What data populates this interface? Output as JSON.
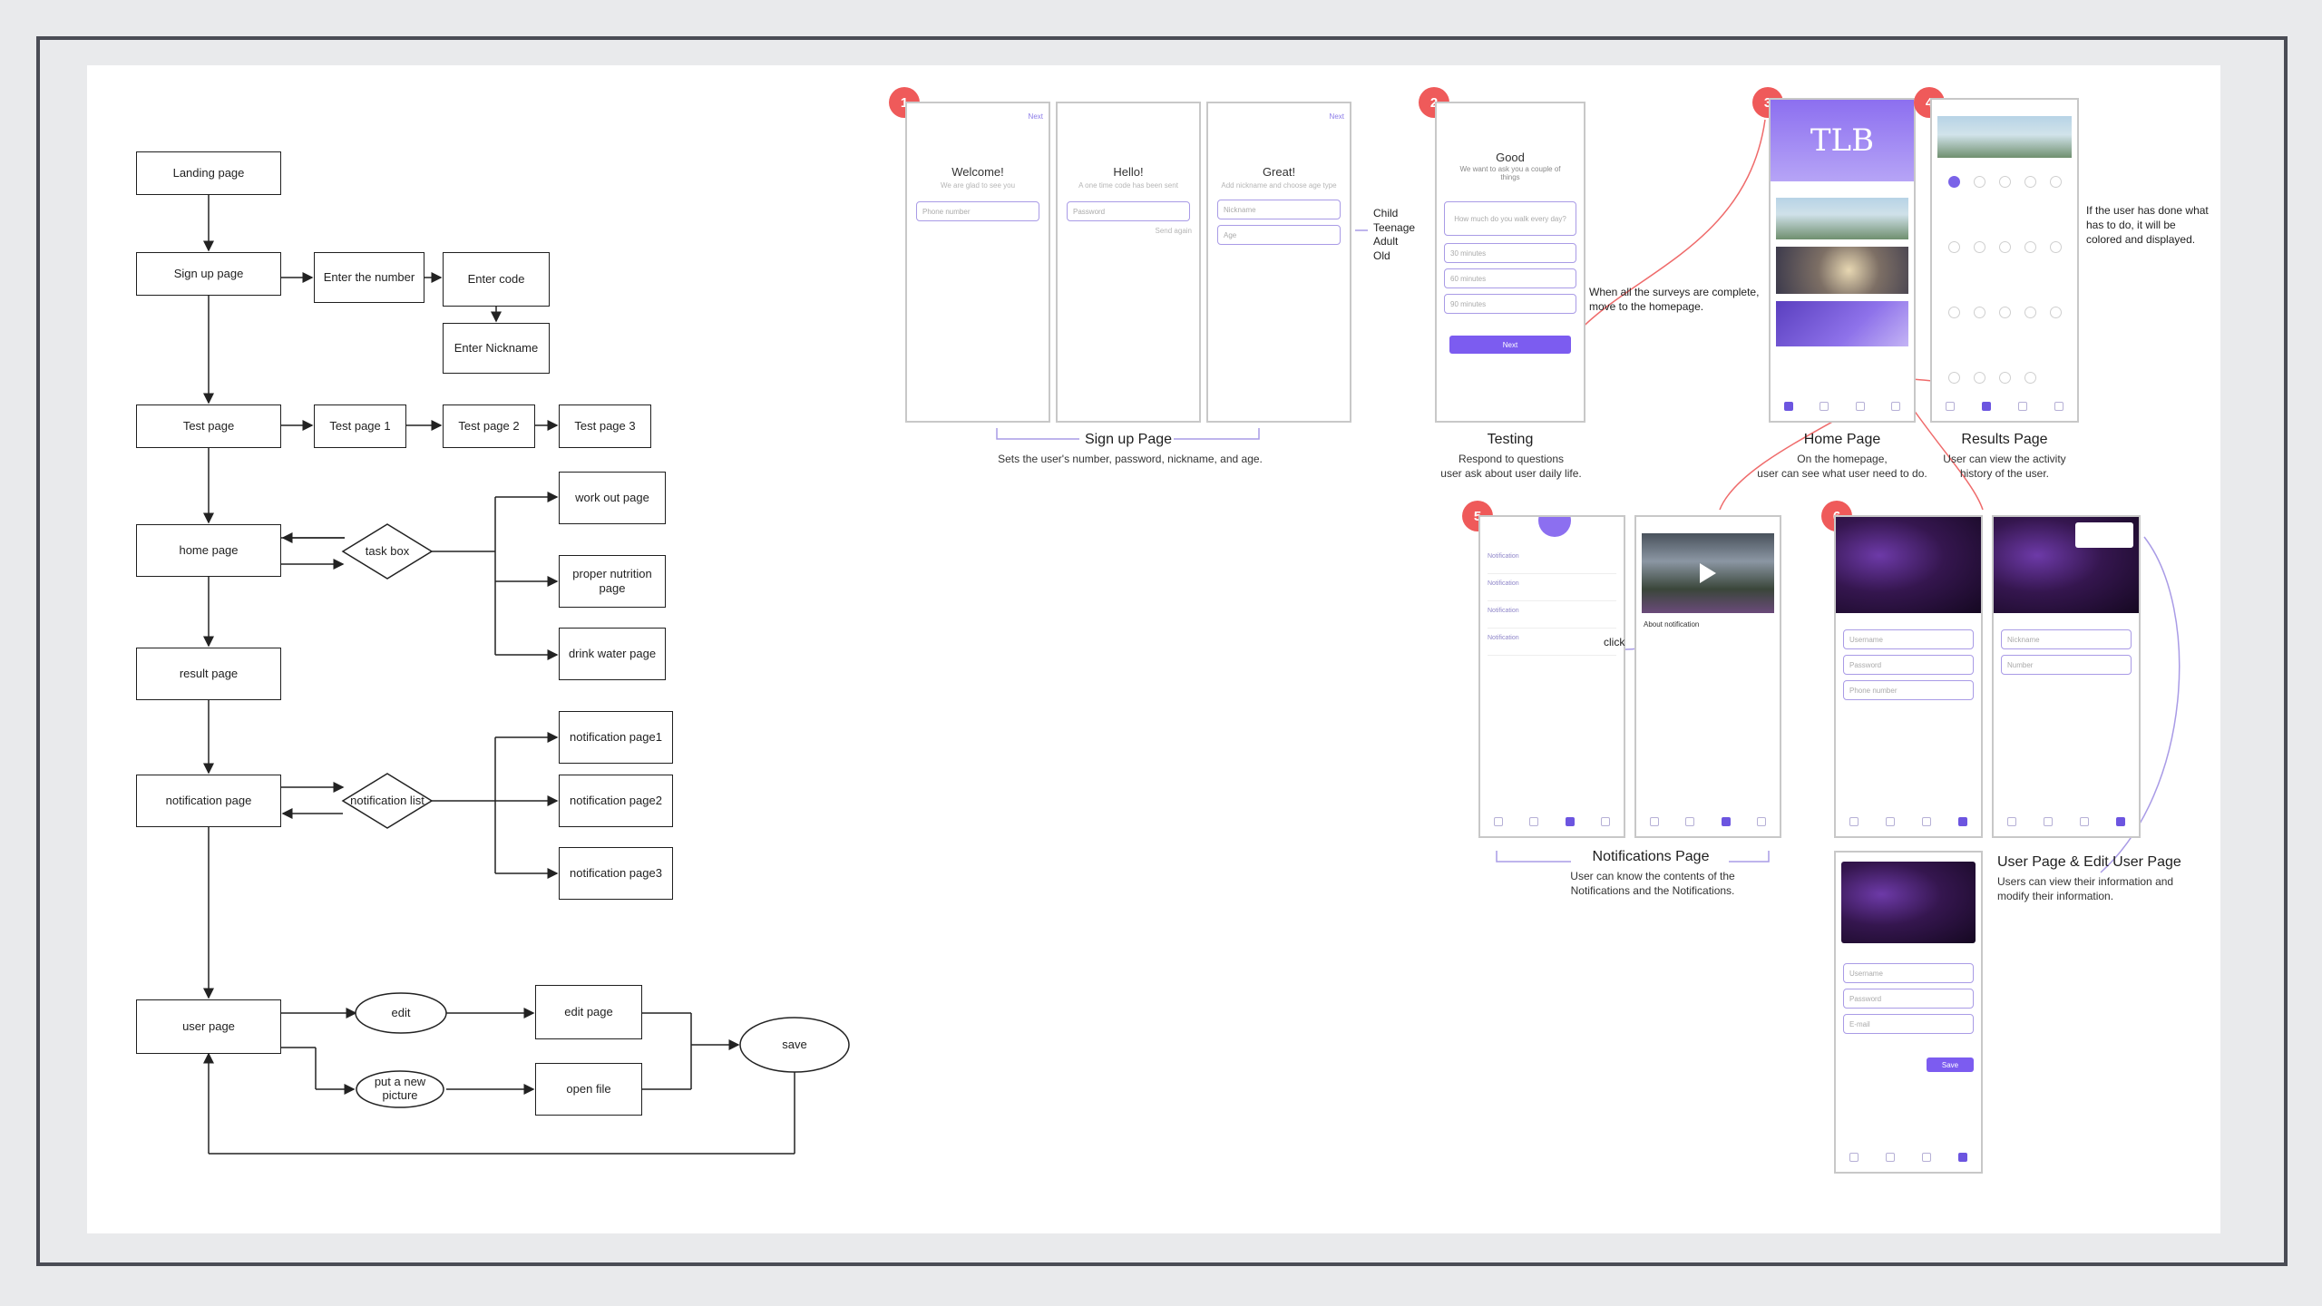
{
  "flowchart": {
    "landing": "Landing page",
    "signup": "Sign up page",
    "enter_number": "Enter the number",
    "enter_code": "Enter code",
    "enter_nickname": "Enter Nickname",
    "test": "Test page",
    "test1": "Test page 1",
    "test2": "Test page 2",
    "test3": "Test page 3",
    "home": "home page",
    "task_box": "task box",
    "workout": "work out  page",
    "nutrition": "proper nutrition page",
    "water": "drink water page",
    "result": "result page",
    "notification": "notification page",
    "notification_list": "notification list",
    "notif1": "notification page1",
    "notif2": "notification page2",
    "notif3": "notification page3",
    "user": "user page",
    "edit": "edit",
    "edit_page": "edit page",
    "put_picture": "put a new picture",
    "open_file": "open file",
    "save": "save"
  },
  "signup": {
    "badge": "1",
    "next": "Next",
    "welcome": "Welcome!",
    "welcome_sub": "We are glad to see you",
    "phone_placeholder": "Phone number",
    "hello": "Hello!",
    "hello_sub": "A one time code has been sent",
    "password_placeholder": "Password",
    "send_again": "Send again",
    "next2": "Next",
    "great": "Great!",
    "great_sub": "Add nickname and choose age type",
    "nickname_placeholder": "Nickname",
    "age_placeholder": "Age",
    "ages": [
      "Child",
      "Teenage",
      "Adult",
      "Old"
    ],
    "caption_title": "Sign up Page",
    "caption_text": "Sets the user's number, password, nickname, and age."
  },
  "testing": {
    "badge": "2",
    "good": "Good",
    "good_sub": "We want to ask you a couple of things",
    "question": "How much do you walk every day?",
    "options": [
      "30 minutes",
      "60 minutes",
      "90 minutes"
    ],
    "next": "Next",
    "note": "When all the surveys are complete,\nmove to the homepage.",
    "caption_title": "Testing",
    "caption_text": "Respond to questions\nuser ask about user daily life."
  },
  "home": {
    "badge": "3",
    "logo": "TLB",
    "caption_title": "Home Page",
    "caption_text": "On the homepage,\nuser can see what user need to do."
  },
  "results": {
    "badge": "4",
    "note": "If the user has done what\nhas to do, it will be\ncolored and displayed.",
    "caption_title": "Results Page",
    "caption_text": "User can view the activity\nhistory of the user."
  },
  "notifications": {
    "badge": "5",
    "rows": [
      "Notification",
      "Notification",
      "Notification",
      "Notification"
    ],
    "click": "click",
    "about": "About notification",
    "caption_title": "Notifications Page",
    "caption_text": "User can know the contents of the\nNotifications and the Notifications."
  },
  "user_page": {
    "badge": "6",
    "username": "Username",
    "password": "Password",
    "phone": "Phone number",
    "nickname": "Nickname",
    "number": "Number",
    "email": "E-mail",
    "save": "Save",
    "caption_title": "User Page & Edit User Page",
    "caption_text": "Users can view their information and\nmodify their information."
  },
  "colors": {
    "accent": "#7c5cf0",
    "badge": "#ef5a5a",
    "connector": "#ef6b6b",
    "bracket": "#a99be6"
  }
}
